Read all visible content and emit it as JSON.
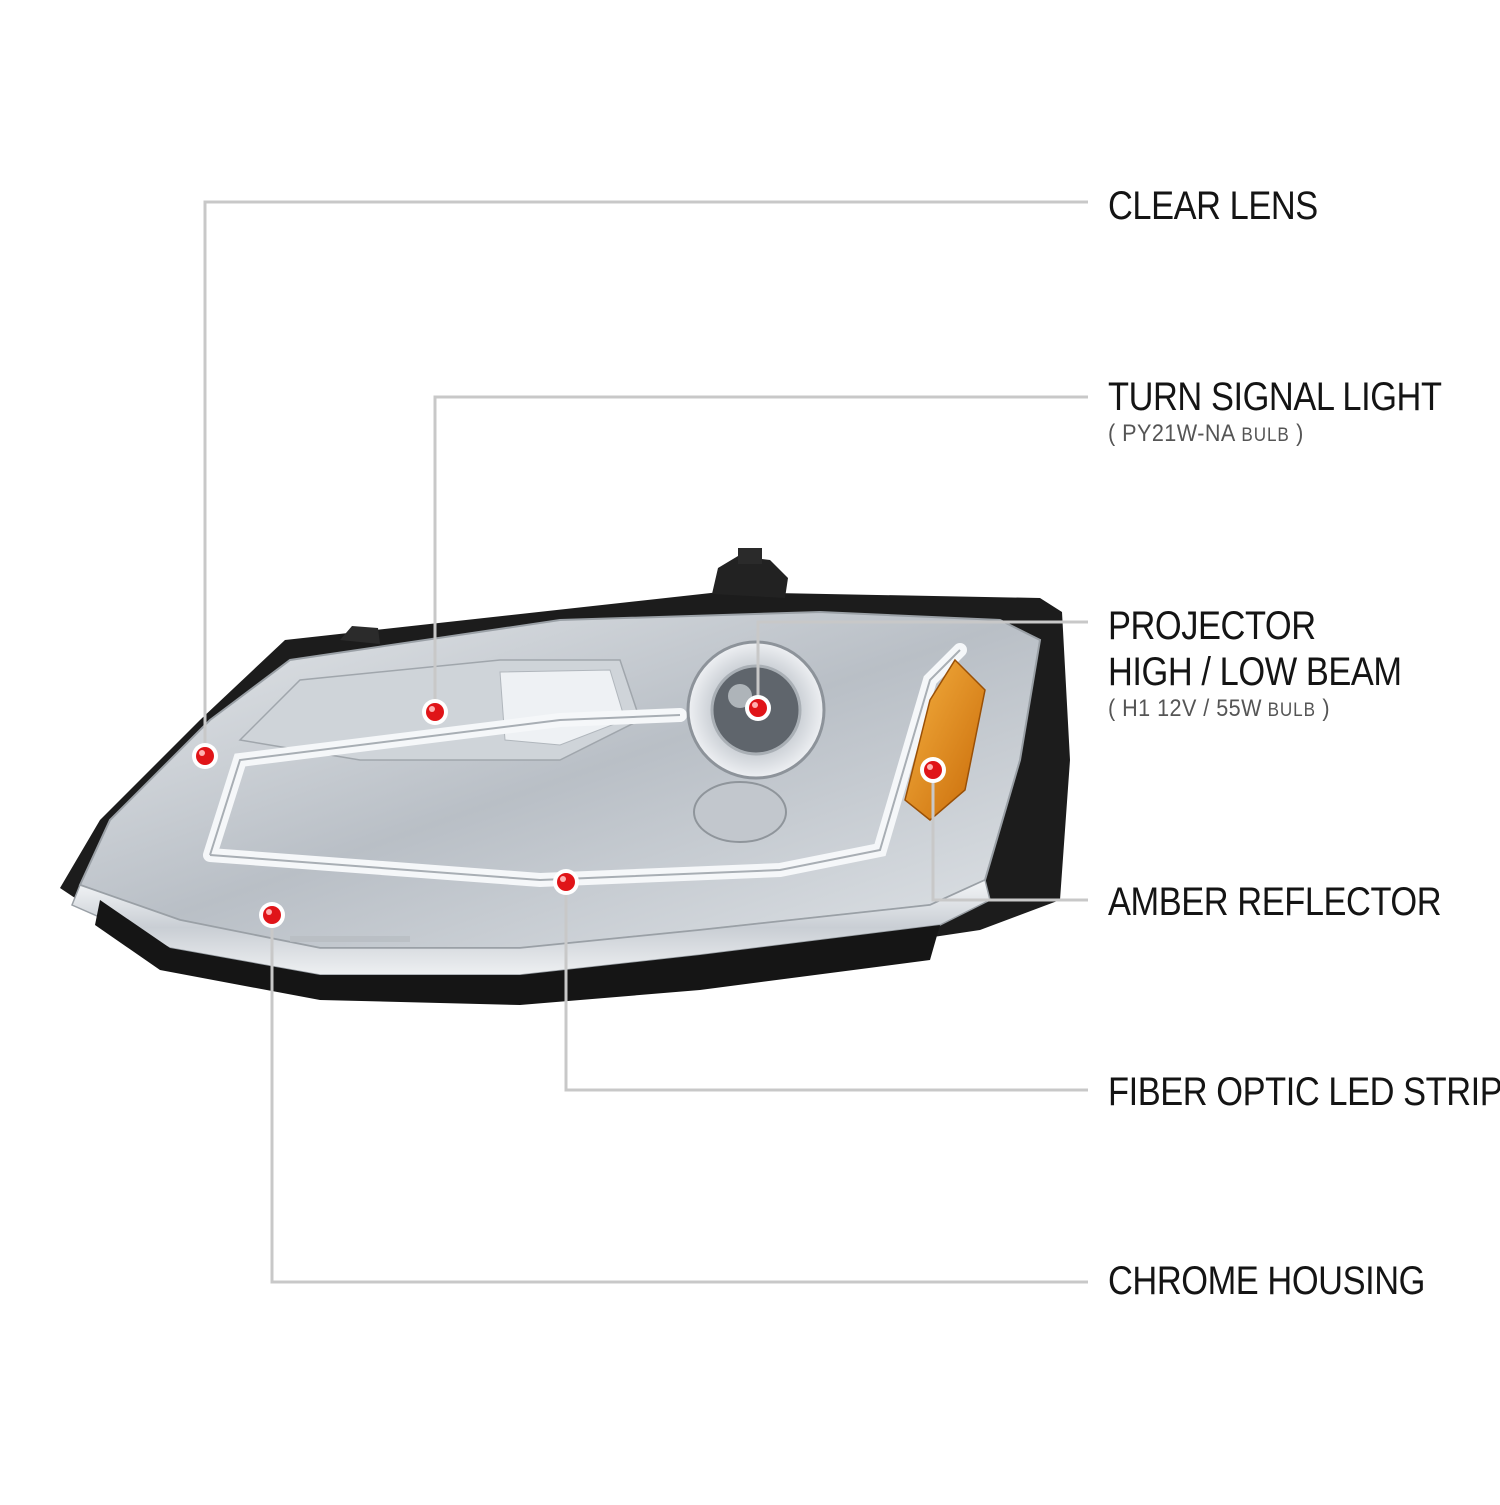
{
  "colors": {
    "leader_line": "#c8c8c8",
    "dot": "#e01418",
    "chrome": "#d9dde2",
    "black_trim": "#1a1a1a",
    "amber": "#e8901a"
  },
  "callouts": [
    {
      "id": "clear-lens",
      "title": "CLEAR LENS"
    },
    {
      "id": "turn-signal",
      "title": "TURN SIGNAL LIGHT",
      "bulb_open": "( ",
      "bulb_code": "PY21W-NA",
      "bulb_word": " BULB",
      "bulb_close": " )"
    },
    {
      "id": "projector",
      "title_line1": "PROJECTOR",
      "title_line2": "HIGH / LOW BEAM",
      "bulb_open": "( ",
      "bulb_code": "H1 12V / 55W",
      "bulb_word": " BULB",
      "bulb_close": " )"
    },
    {
      "id": "amber-reflector",
      "title": "AMBER REFLECTOR"
    },
    {
      "id": "fiber-optic",
      "title": "FIBER OPTIC LED STRIP"
    },
    {
      "id": "chrome-housing",
      "title": "CHROME HOUSING"
    }
  ]
}
